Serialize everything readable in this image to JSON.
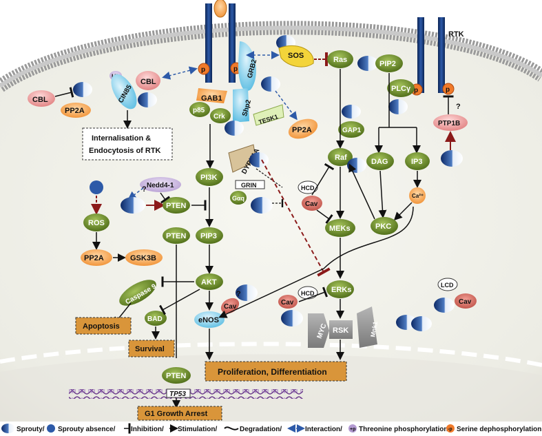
{
  "labels": {
    "rtk": "RTK",
    "cbl_left": "CBL",
    "pp2a_left": "PP2A",
    "ub": "Ub",
    "cin85": "CIN85",
    "cbl": "CBL",
    "gab1": "GAB1",
    "p85": "p85",
    "crk": "Crk",
    "grb2": "GRB2",
    "shp2": "Shp2",
    "tesk1": "TESK1",
    "pp2a_mid": "PP2A",
    "sos": "SOS",
    "ras": "Ras",
    "pip2": "PIP2",
    "plcg": "PLCγ",
    "ptp1b": "PTP1B",
    "question1": "?",
    "question2": "?",
    "question3": "?",
    "internalisation": "Internalisation &",
    "endocytosis": "Endocytosis of RTK",
    "gap1": "GAP1",
    "raf": "Raf",
    "dag": "DAG",
    "ip3": "IP3",
    "ca": "Ca²⁺",
    "pi3k": "PI3K",
    "dyrk1a": "DYRK1A",
    "grin": "GRIN",
    "gaq": "Gαq",
    "nedd4": "Nedd4-1",
    "pten1": "PTEN",
    "pten2": "PTEN",
    "pten3": "PTEN",
    "hcd1": "HCD",
    "hcd2": "HCD",
    "lcd": "LCD",
    "cav1": "Cav",
    "cav2": "Cav",
    "cav3": "Cav",
    "cav4": "Cav",
    "meks": "MEKs",
    "pkc": "PKC",
    "ros": "ROS",
    "pp2a_low": "PP2A",
    "gsk3b": "GSK3B",
    "pip3": "PIP3",
    "akt": "AKT",
    "caspase9": "Caspase 9",
    "bad": "BAD",
    "enos": "eNOS",
    "erks": "ERKs",
    "myc": "MYC",
    "rsk": "RSK",
    "mnk1": "Mnk1",
    "apoptosis": "Apoptosis",
    "survival": "Survival",
    "proliferation": "Proliferation, Differentiation",
    "tp53": "TP53",
    "g1": "G1 Growth Arrest",
    "p": "p"
  },
  "legend": {
    "sprouty": "Sprouty/",
    "absence": "Sprouty absence/",
    "inhibition": "Inhibition/",
    "stimulation": "Stimulation/",
    "degradation": "Degradation/",
    "interaction": "Interaction/",
    "thr": "Threonine phosphorylation/",
    "ser": "Serine dephosphorylation",
    "plus_p": "+p",
    "minus_p": "-p"
  },
  "colors": {
    "green": "#6e8f2a",
    "orange": "#f6a34e",
    "pink": "#f2a3a3",
    "cyan": "#8fd3ef",
    "navy": "#1b3a7a",
    "brown": "#8b1a1a",
    "box": "#d9953a"
  }
}
